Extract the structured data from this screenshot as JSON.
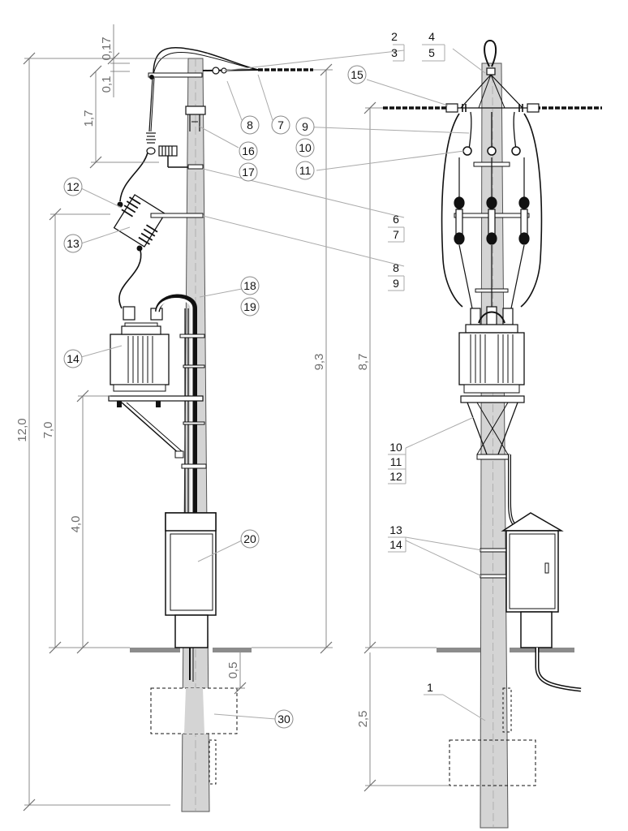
{
  "dimensions": {
    "top_gap": "0,17",
    "top_gap2": "0,1",
    "insulator_drop": "1,7",
    "total_height": "12,0",
    "mid_height": "7,0",
    "platform_height": "4,0",
    "top_height": "9,3",
    "right_height": "8,7",
    "foundation_top": "0,5",
    "burial_depth": "2,5"
  },
  "left_view": {
    "labels": {
      "c2": "2",
      "c3": "3",
      "c4": "4",
      "c5": "5",
      "c15": "15",
      "c8": "8",
      "c7": "7",
      "c16": "16",
      "c17": "17",
      "c12": "12",
      "c13": "13",
      "c6": "6",
      "c7b": "7",
      "c8b": "8",
      "c9b": "9",
      "c18": "18",
      "c19": "19",
      "c14": "14",
      "c20": "20",
      "c30": "30"
    }
  },
  "right_view": {
    "labels": {
      "c9": "9",
      "c10": "10",
      "c11": "11",
      "c10b": "10",
      "c11b": "11",
      "c12b": "12",
      "c13b": "13",
      "c14b": "14",
      "c1": "1"
    }
  },
  "colors": {
    "pole": "#d4d4d4",
    "line": "#111111",
    "leader": "#aaaaaa",
    "ground": "#8c8c8c",
    "dimension": "#6e6e6e"
  }
}
